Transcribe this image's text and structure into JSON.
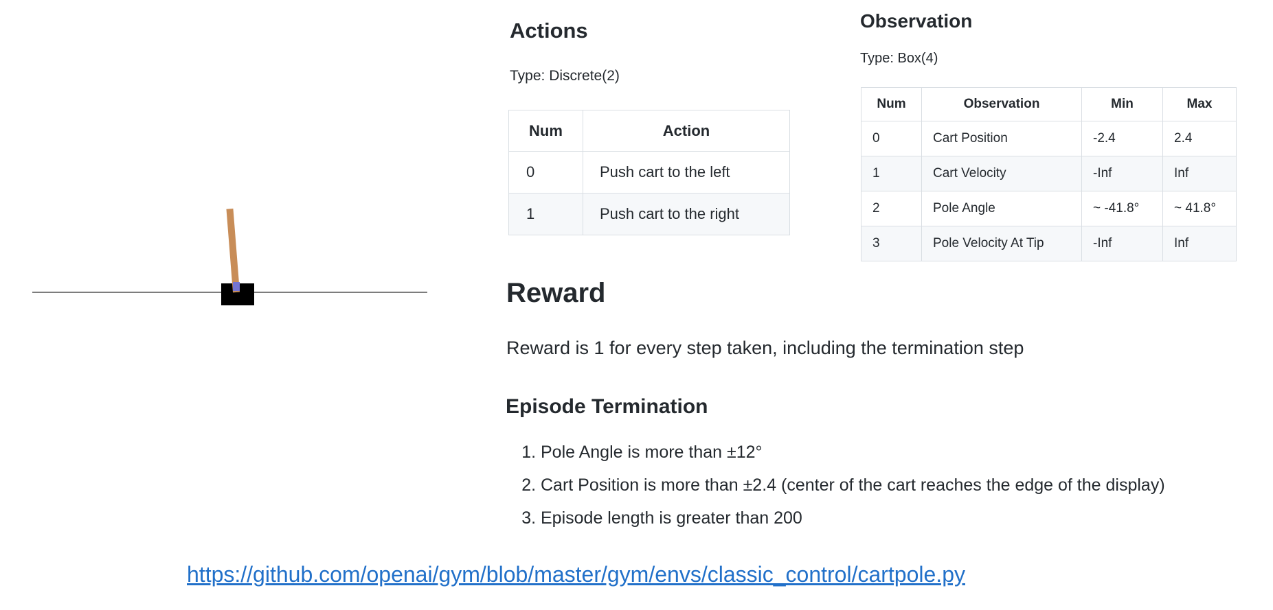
{
  "colors": {
    "text": "#24292e",
    "table_border": "#d9dee3",
    "row_alt_bg": "#f6f8fa",
    "link_blue": "#2170c9",
    "pole_tan": "#c88d58",
    "axle_purple": "#7474d2",
    "cart_black": "#000000",
    "track_gray": "#7d7d7d"
  },
  "actions": {
    "title": "Actions",
    "type_label": "Type: Discrete(2)",
    "table": {
      "headers": [
        "Num",
        "Action"
      ],
      "rows": [
        [
          "0",
          "Push cart to the left"
        ],
        [
          "1",
          "Push cart to the right"
        ]
      ]
    }
  },
  "observation": {
    "title": "Observation",
    "type_label": "Type: Box(4)",
    "table": {
      "headers": [
        "Num",
        "Observation",
        "Min",
        "Max"
      ],
      "rows": [
        [
          "0",
          "Cart Position",
          "-2.4",
          "2.4"
        ],
        [
          "1",
          "Cart Velocity",
          "-Inf",
          "Inf"
        ],
        [
          "2",
          "Pole Angle",
          "~ -41.8°",
          "~ 41.8°"
        ],
        [
          "3",
          "Pole Velocity At Tip",
          "-Inf",
          "Inf"
        ]
      ]
    }
  },
  "reward": {
    "title": "Reward",
    "body": "Reward is 1 for every step taken, including the termination step"
  },
  "episode_termination": {
    "title": "Episode Termination",
    "items": [
      "Pole Angle is more than ±12°",
      "Cart Position is more than ±2.4 (center of the cart reaches the edge of the display)",
      "Episode length is greater than 200"
    ]
  },
  "link": {
    "text": "https://github.com/openai/gym/blob/master/gym/envs/classic_control/cartpole.py"
  }
}
